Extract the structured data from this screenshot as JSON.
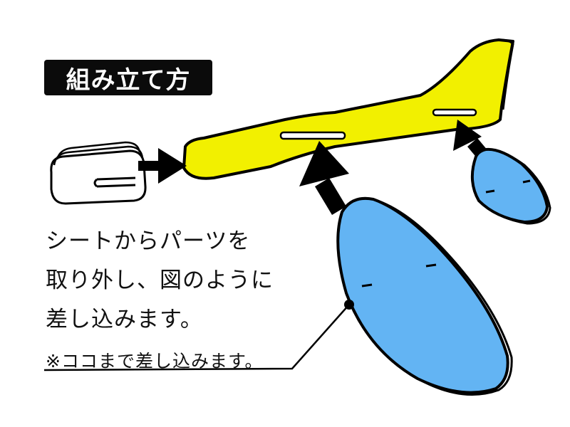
{
  "title": "組み立て方",
  "instructions": {
    "line1": "シートからパーツを",
    "line2": "取り外し、図のように",
    "line3": "差し込みます。"
  },
  "note": "※ココまで差し込みます。",
  "colors": {
    "fuselage": "#f2f000",
    "wing": "#63b4f3",
    "outline": "#000000",
    "nose_block": "#ffffff",
    "badge_bg": "#0b0b0b",
    "badge_text": "#ffffff"
  },
  "parts": [
    "fuselage",
    "main-wing",
    "tail-wing",
    "nose-weight"
  ]
}
